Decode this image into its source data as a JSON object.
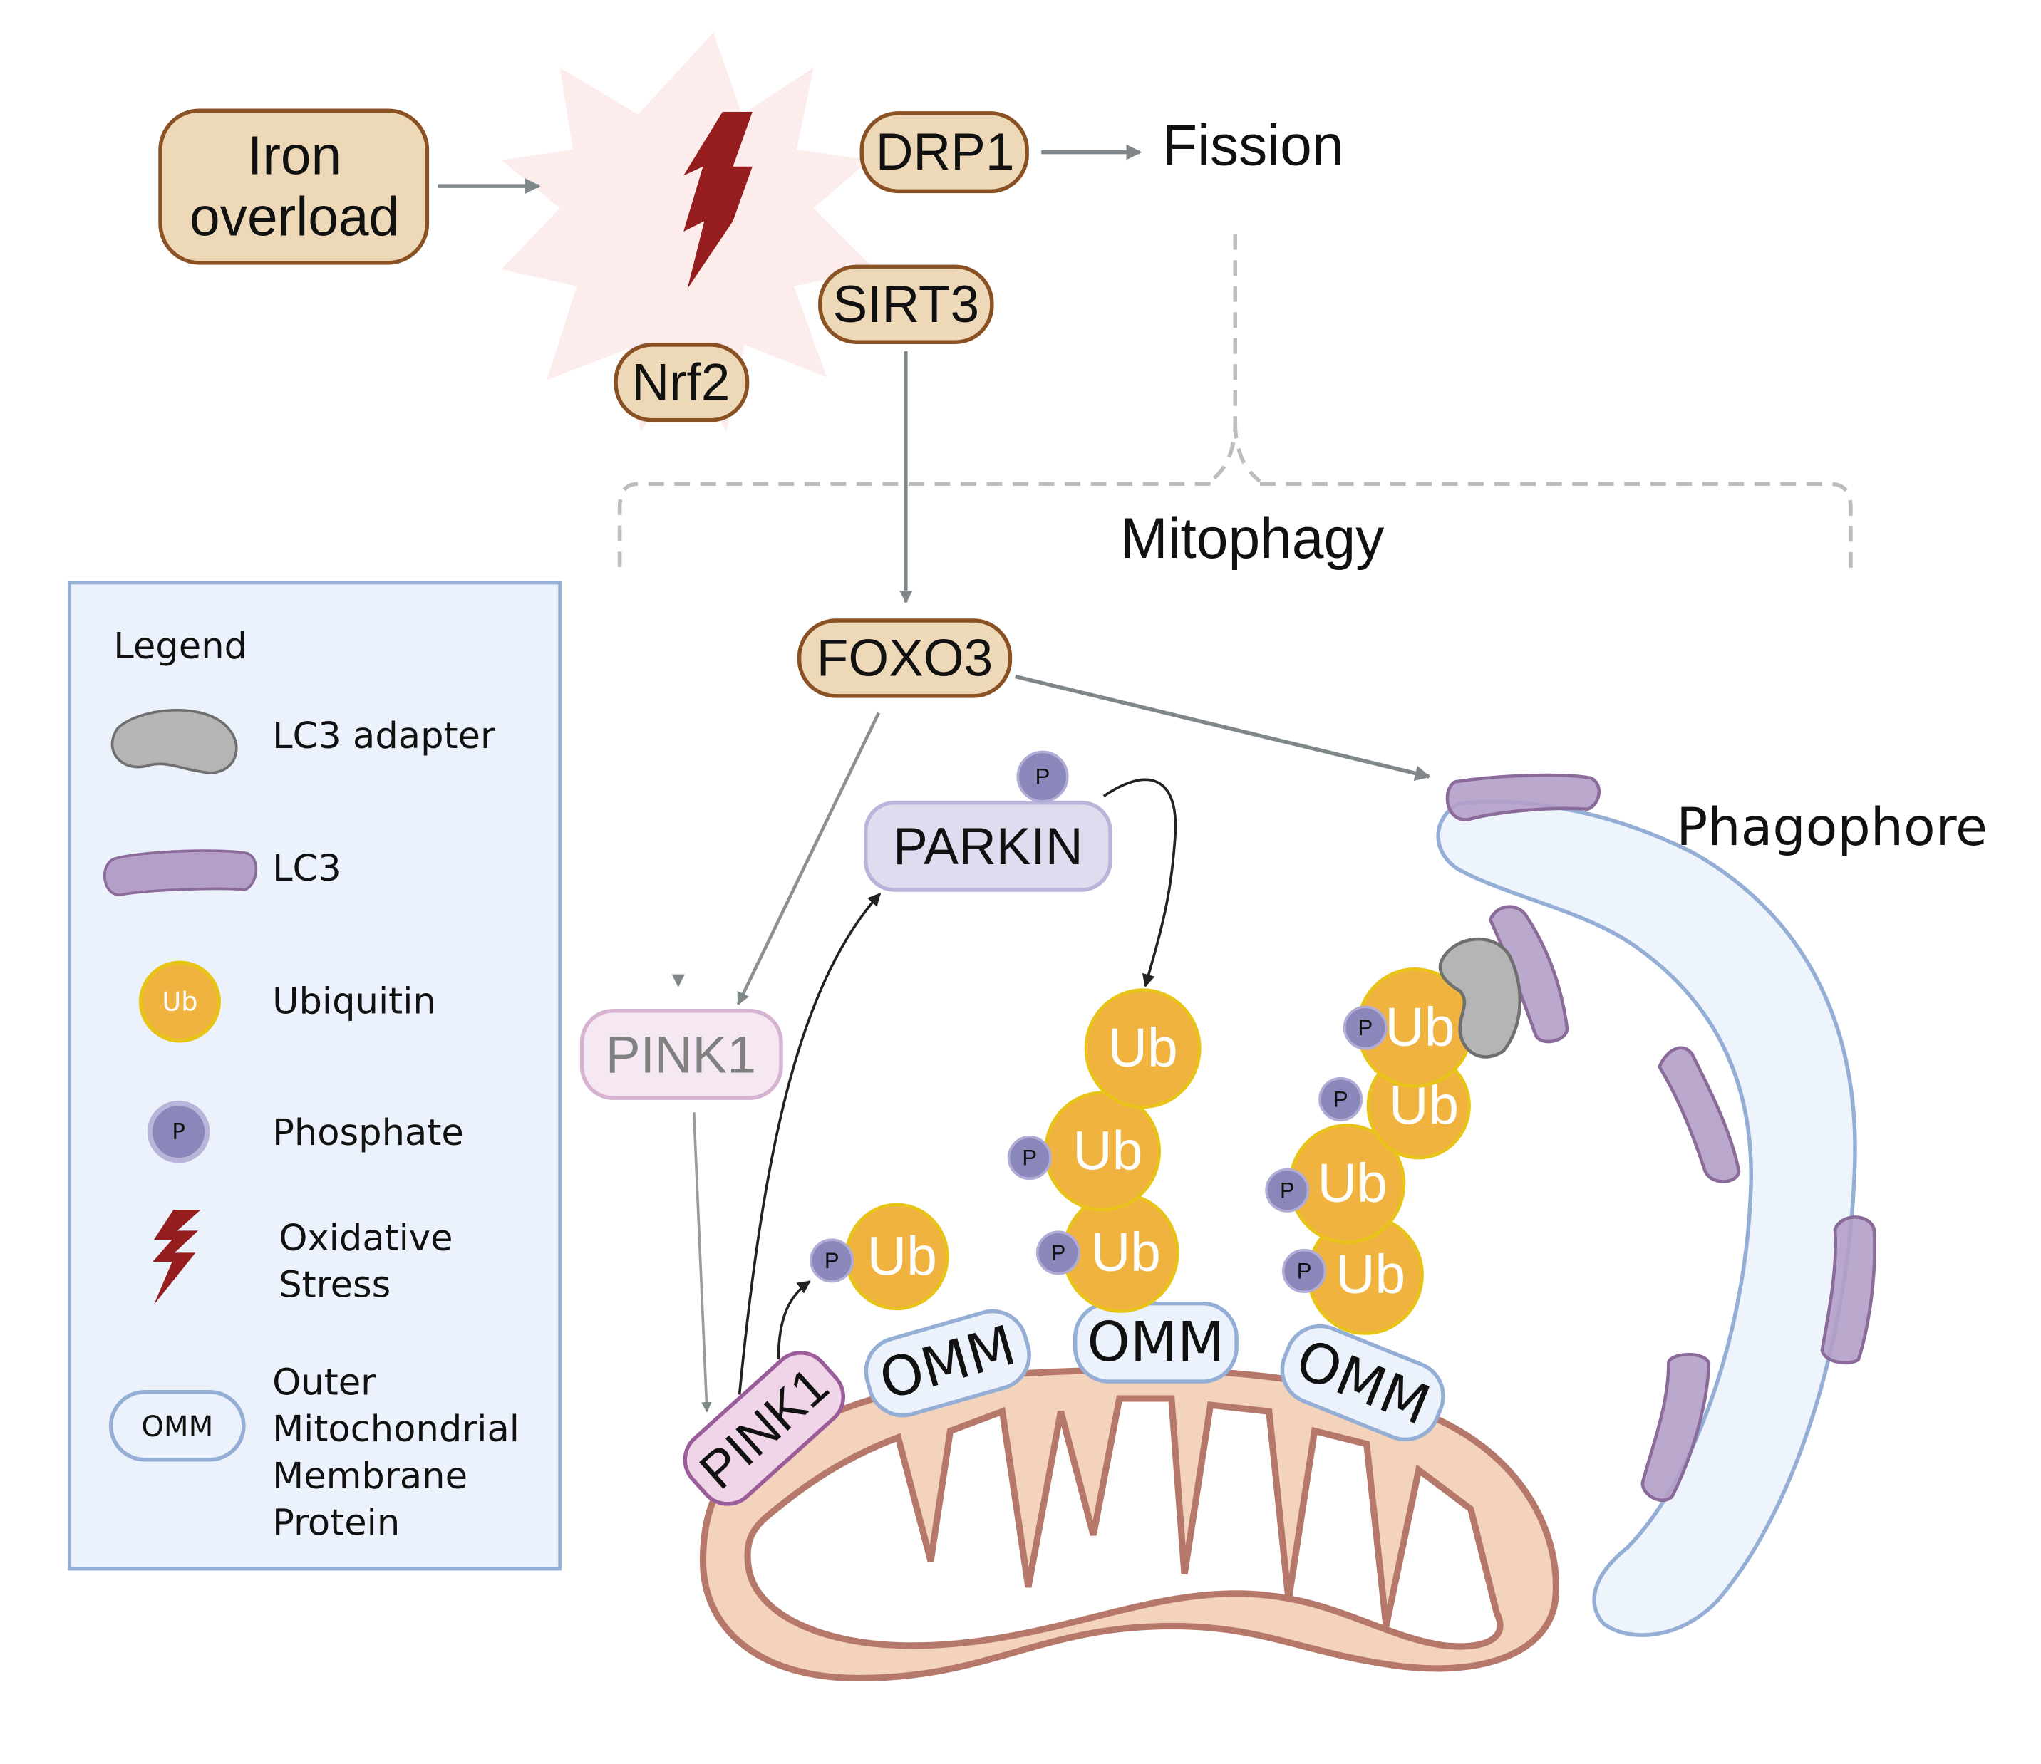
{
  "diagram": {
    "trigger": {
      "line1": "Iron",
      "line2": "overload"
    },
    "stress_icon": "oxidative-stress-lightning-icon",
    "nodes": {
      "drp1": "DRP1",
      "sirt3": "SIRT3",
      "nrf2": "Nrf2",
      "foxo3": "FOXO3",
      "parkin": "PARKIN",
      "pink1_cyto": "PINK1",
      "pink1_membrane": "PINK1"
    },
    "outcomes": {
      "fission": "Fission",
      "mitophagy": "Mitophagy",
      "phagophore": "Phagophore"
    },
    "ubiquitin_label": "Ub",
    "phosphate_label": "P",
    "omm_label": "OMM",
    "colors": {
      "node_fill": "#edd9b8",
      "node_border": "#8a5124",
      "ub_fill": "#f0b33f",
      "ub_border": "#e7c417",
      "phosphate_fill": "#8a87bb",
      "lc3_fill": "#b39fc8",
      "omm_fill": "#ebf2fb",
      "omm_border": "#94aed6",
      "mito_fill": "#f4d3bd",
      "mito_border": "#b5786a",
      "stress_red": "#951d1d",
      "legend_bg": "#ecf2fb"
    }
  },
  "legend": {
    "title": "Legend",
    "items": [
      {
        "icon": "lc3-adapter-icon",
        "label": "LC3 adapter"
      },
      {
        "icon": "lc3-icon",
        "label": "LC3"
      },
      {
        "icon": "ubiquitin-icon",
        "label": "Ubiquitin",
        "icon_text": "Ub"
      },
      {
        "icon": "phosphate-icon",
        "label": "Phosphate",
        "icon_text": "P"
      },
      {
        "icon": "oxidative-stress-icon",
        "label_line1": "Oxidative",
        "label_line2": "Stress"
      },
      {
        "icon": "omm-icon",
        "icon_text": "OMM",
        "label_line1": "Outer",
        "label_line2": "Mitochondrial",
        "label_line3": "Membrane",
        "label_line4": "Protein"
      }
    ]
  }
}
